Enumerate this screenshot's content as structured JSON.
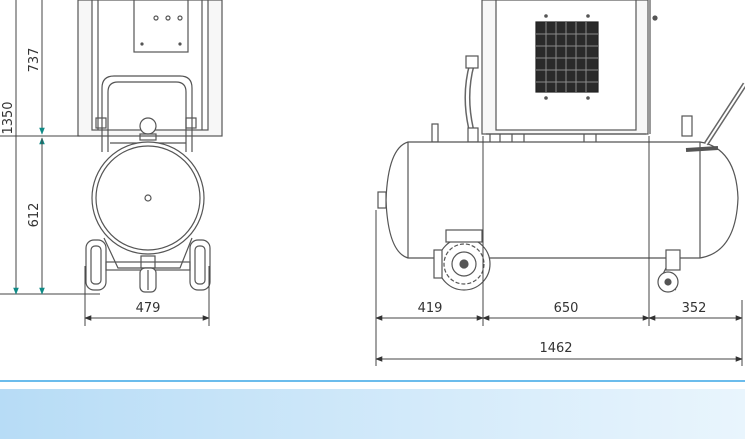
{
  "dimensions": {
    "total_height": "1350",
    "upper_height": "737",
    "lower_height": "612",
    "front_width": "479",
    "side_left": "419",
    "side_middle": "650",
    "side_right": "352",
    "side_total": "1462"
  },
  "colors": {
    "line": "#555555",
    "dim_line": "#444444",
    "arrow_teal": "#0e8a86",
    "arrow_dark": "#333333",
    "tank_fill": "#ffffff",
    "panel_fill": "#f4f4f4",
    "grille": "#2a2a2a",
    "band_line": "#3aa6e6",
    "band_gradient_start": "#b7dcf6",
    "band_gradient_end": "#e9f5fd"
  }
}
